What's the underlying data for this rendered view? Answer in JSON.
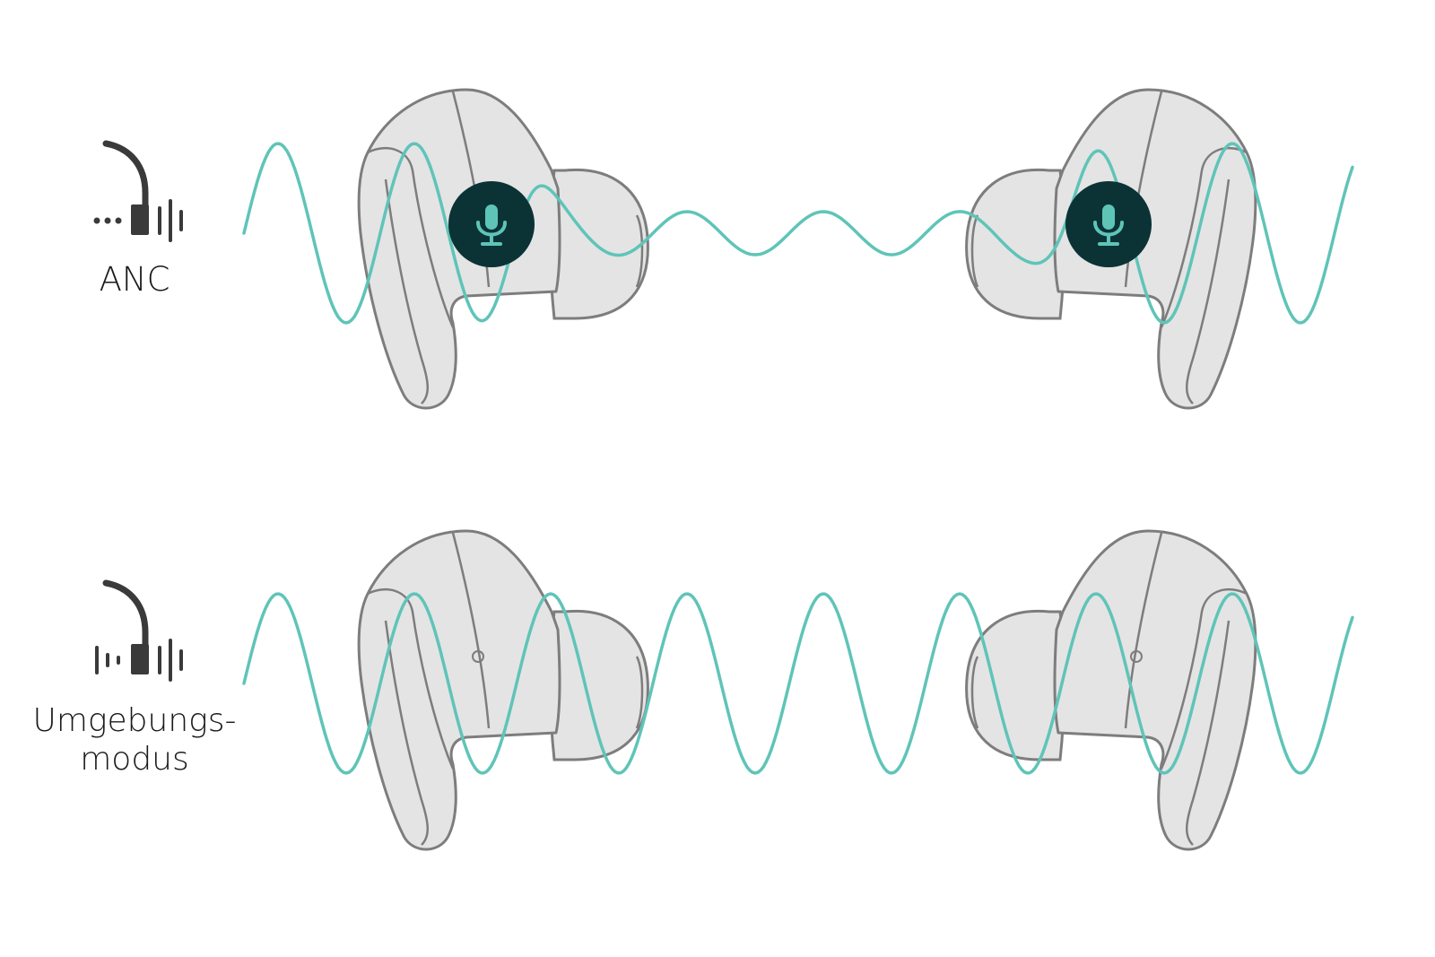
{
  "modes": [
    {
      "id": "anc",
      "label": "ANC",
      "mic_active": true
    },
    {
      "id": "ambient",
      "label_line1": "Umgebungs-",
      "label_line2": "modus",
      "mic_active": false
    }
  ],
  "colors": {
    "wave": "#5fc4b8",
    "mic_bg": "#0b3336",
    "mic_icon": "#5fc4b8",
    "earbud_fill": "#e4e4e5",
    "earbud_stroke": "#7d7d7d"
  },
  "icons": [
    "headphone-anc-icon",
    "headphone-ambient-icon",
    "microphone-icon"
  ]
}
